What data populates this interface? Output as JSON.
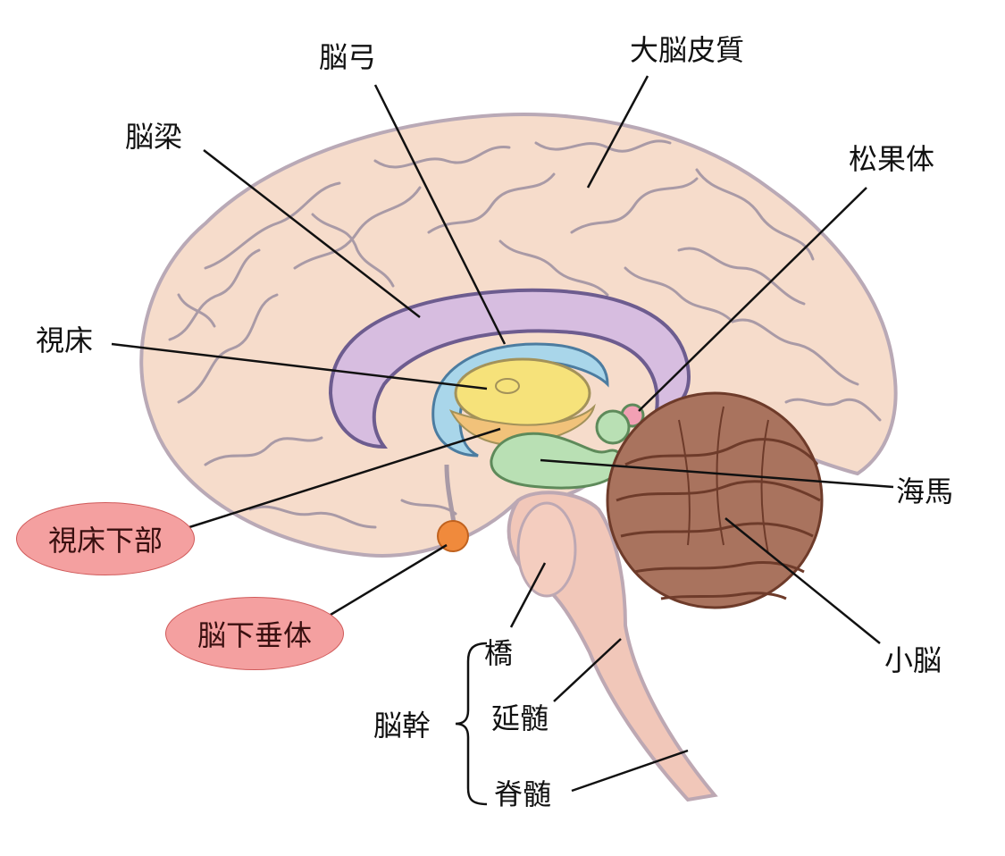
{
  "labels": {
    "fornix": "脳弓",
    "cerebral_cortex": "大脳皮質",
    "corpus_callosum": "脳梁",
    "pineal_body": "松果体",
    "thalamus": "視床",
    "hippocampus": "海馬",
    "hypothalamus": "視床下部",
    "pituitary": "脳下垂体",
    "pons": "橋",
    "brainstem": "脳幹",
    "medulla": "延髄",
    "spinal_cord": "脊髄",
    "cerebellum": "小脳"
  },
  "colors": {
    "highlight_fill": "#f4a0a0",
    "cortex": "#f6dccb",
    "corpus_callosum": "#d7bde0",
    "fornix": "#a9d6ea",
    "thalamus": "#f6e27a",
    "hypothalamus_area": "#f1c27a",
    "hippocampus": "#b9e0b4",
    "pituitary": "#f08a3c",
    "pineal": "#f2a0b4",
    "cerebellum": "#a9735e",
    "brainstem": "#f1c7b9"
  }
}
